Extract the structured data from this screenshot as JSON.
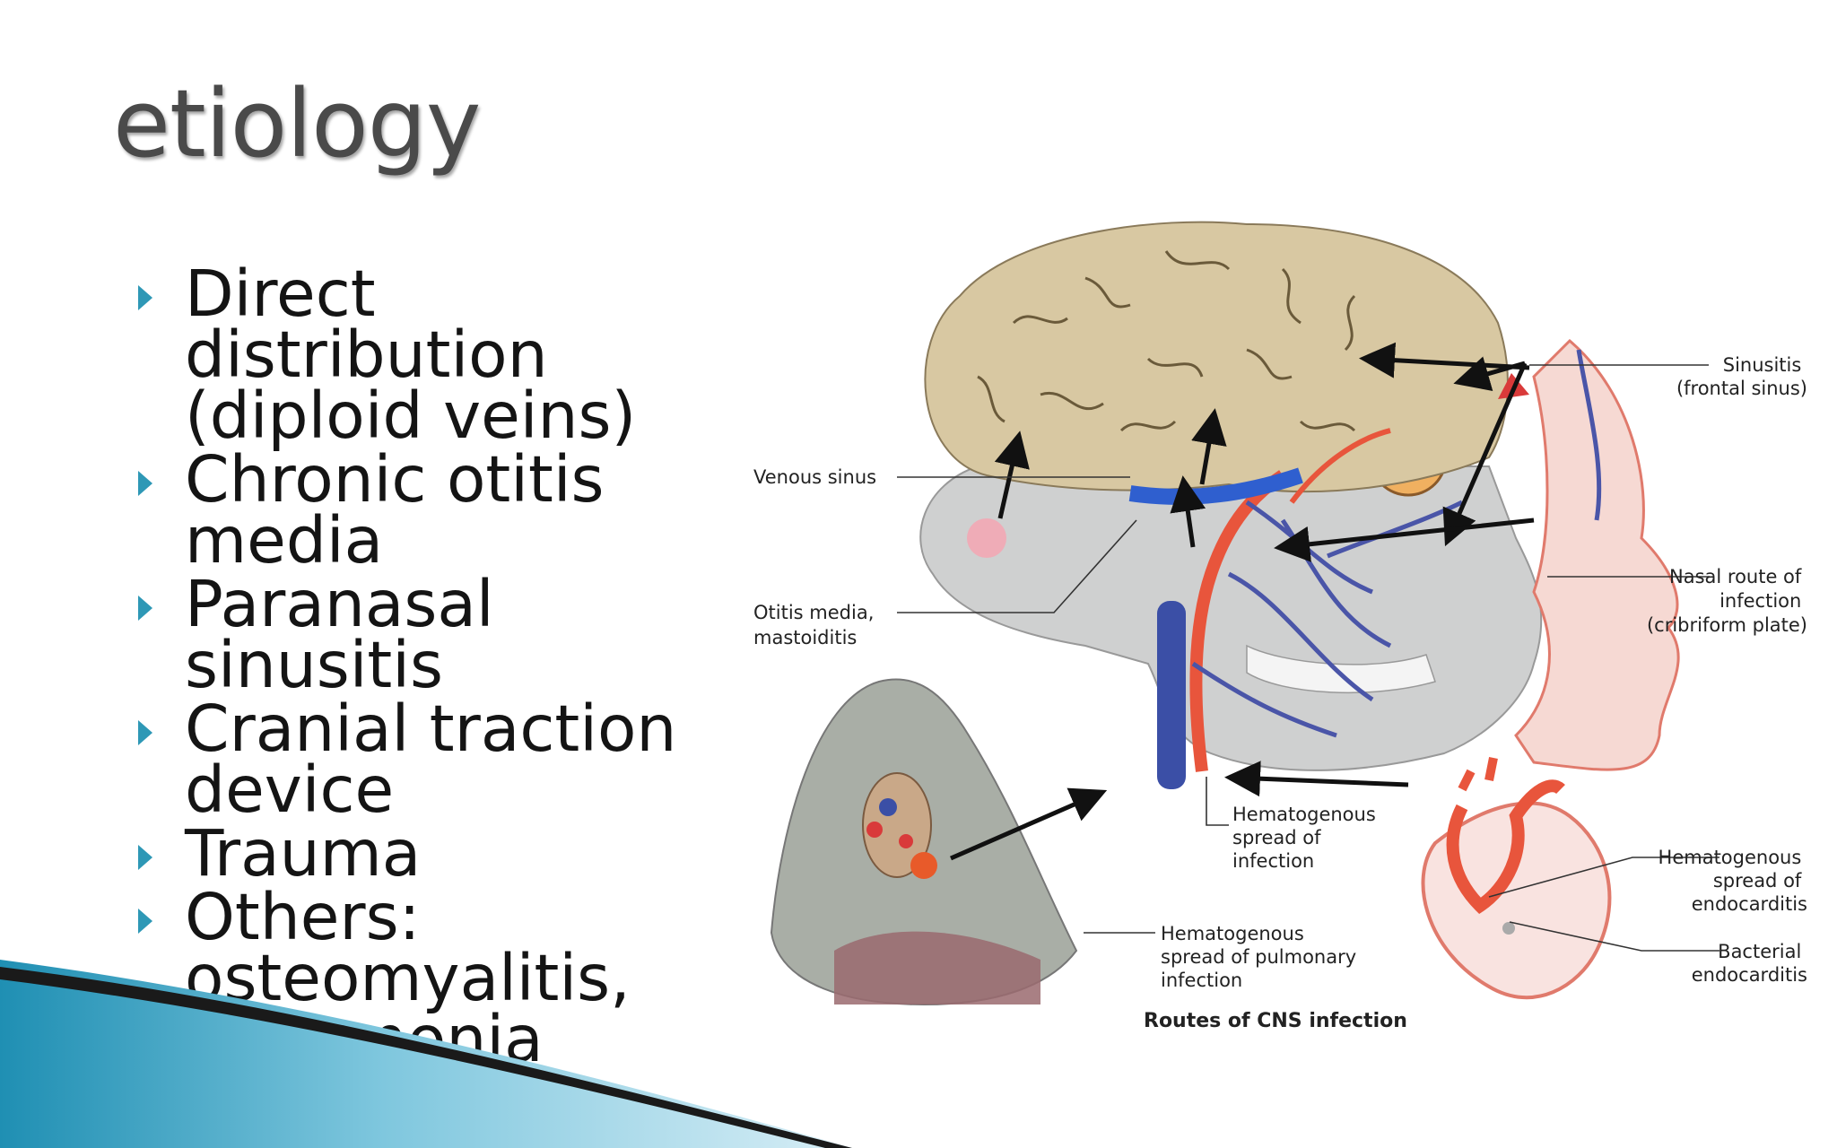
{
  "slide": {
    "title": "etiology",
    "bullets": [
      "Direct distribution\n(diploid veins)",
      "Chronic otitis\nmedia",
      "Paranasal sinusitis",
      "Cranial traction\ndevice",
      "Trauma",
      "Others:\nosteomyalitis,\npneumonia"
    ],
    "accent_color": "#2e98b6"
  },
  "diagram": {
    "caption": "Routes of CNS infection",
    "labels": {
      "sinusitis": [
        "Sinusitis",
        "(frontal sinus)"
      ],
      "venous_sinus": [
        "Venous sinus"
      ],
      "otitis": [
        "Otitis media,",
        "mastoiditis"
      ],
      "nasal": [
        "Nasal route of",
        "infection",
        "(cribriform plate)"
      ],
      "hematogenous_infection": [
        "Hematogenous",
        "spread of",
        "infection"
      ],
      "hematogenous_endocarditis": [
        "Hematogenous",
        "spread of",
        "endocarditis"
      ],
      "bacterial_endocarditis": [
        "Bacterial",
        "endocarditis"
      ],
      "pulmonary": [
        "Hematogenous",
        "spread of pulmonary",
        "infection"
      ]
    }
  }
}
